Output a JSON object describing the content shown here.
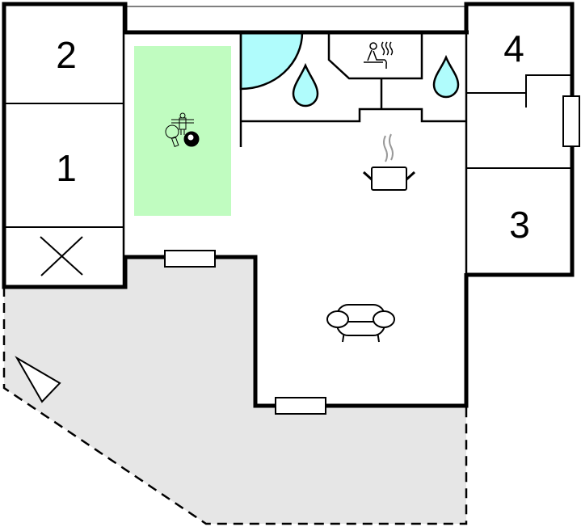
{
  "floor_plan": {
    "rooms": [
      {
        "label": "2",
        "type": "bedroom"
      },
      {
        "label": "1",
        "type": "bedroom"
      },
      {
        "label": "4",
        "type": "bedroom"
      },
      {
        "label": "3",
        "type": "bedroom"
      }
    ],
    "icons": [
      "game-room-icon",
      "sauna-icon",
      "pool-icon",
      "shower-drop-icon",
      "kitchen-pot-icon",
      "sofa-icon",
      "compass-arrow-icon"
    ],
    "colors": {
      "game_room": "#c0fcc0",
      "water": "#b0fcfc",
      "terrace": "#e6e6e6",
      "walls": "#000000"
    }
  }
}
